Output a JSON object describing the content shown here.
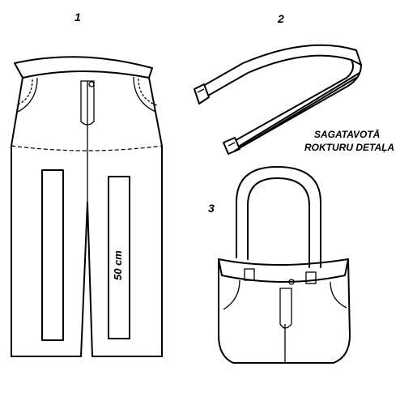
{
  "steps": [
    {
      "number": "1"
    },
    {
      "number": "2"
    },
    {
      "number": "3"
    }
  ],
  "measurement_label": "50 cm",
  "strap_caption": {
    "line1": "SAGATAVOTĀ",
    "line2": "ROKTURU DETAĻA"
  }
}
